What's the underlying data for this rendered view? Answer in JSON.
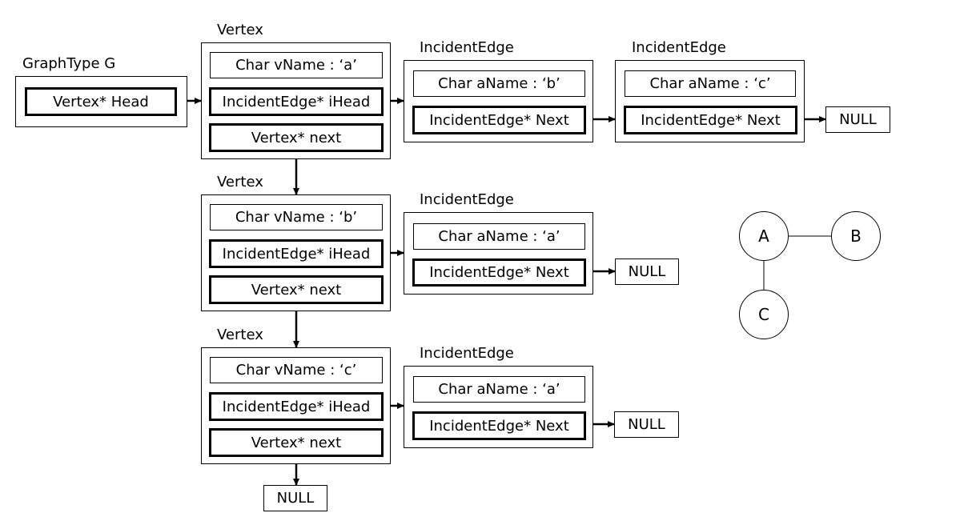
{
  "graph": {
    "title": "GraphType G",
    "head_field": "Vertex* Head"
  },
  "vertices": [
    {
      "title": "Vertex",
      "vname": "Char vName : ‘a’",
      "ihead": "IncidentEdge* iHead",
      "next": "Vertex* next"
    },
    {
      "title": "Vertex",
      "vname": "Char vName : ‘b’",
      "ihead": "IncidentEdge* iHead",
      "next": "Vertex* next"
    },
    {
      "title": "Vertex",
      "vname": "Char vName : ‘c’",
      "ihead": "IncidentEdge* iHead",
      "next": "Vertex* next"
    }
  ],
  "edges": [
    {
      "title": "IncidentEdge",
      "aname": "Char aName : ‘b’",
      "next": "IncidentEdge* Next"
    },
    {
      "title": "IncidentEdge",
      "aname": "Char aName : ‘c’",
      "next": "IncidentEdge* Next"
    },
    {
      "title": "IncidentEdge",
      "aname": "Char aName : ‘a’",
      "next": "IncidentEdge* Next"
    },
    {
      "title": "IncidentEdge",
      "aname": "Char aName : ‘a’",
      "next": "IncidentEdge* Next"
    }
  ],
  "null_label": "NULL",
  "mini_graph": {
    "nodes": [
      "A",
      "B",
      "C"
    ],
    "connections": [
      [
        "A",
        "B"
      ],
      [
        "A",
        "C"
      ]
    ]
  }
}
